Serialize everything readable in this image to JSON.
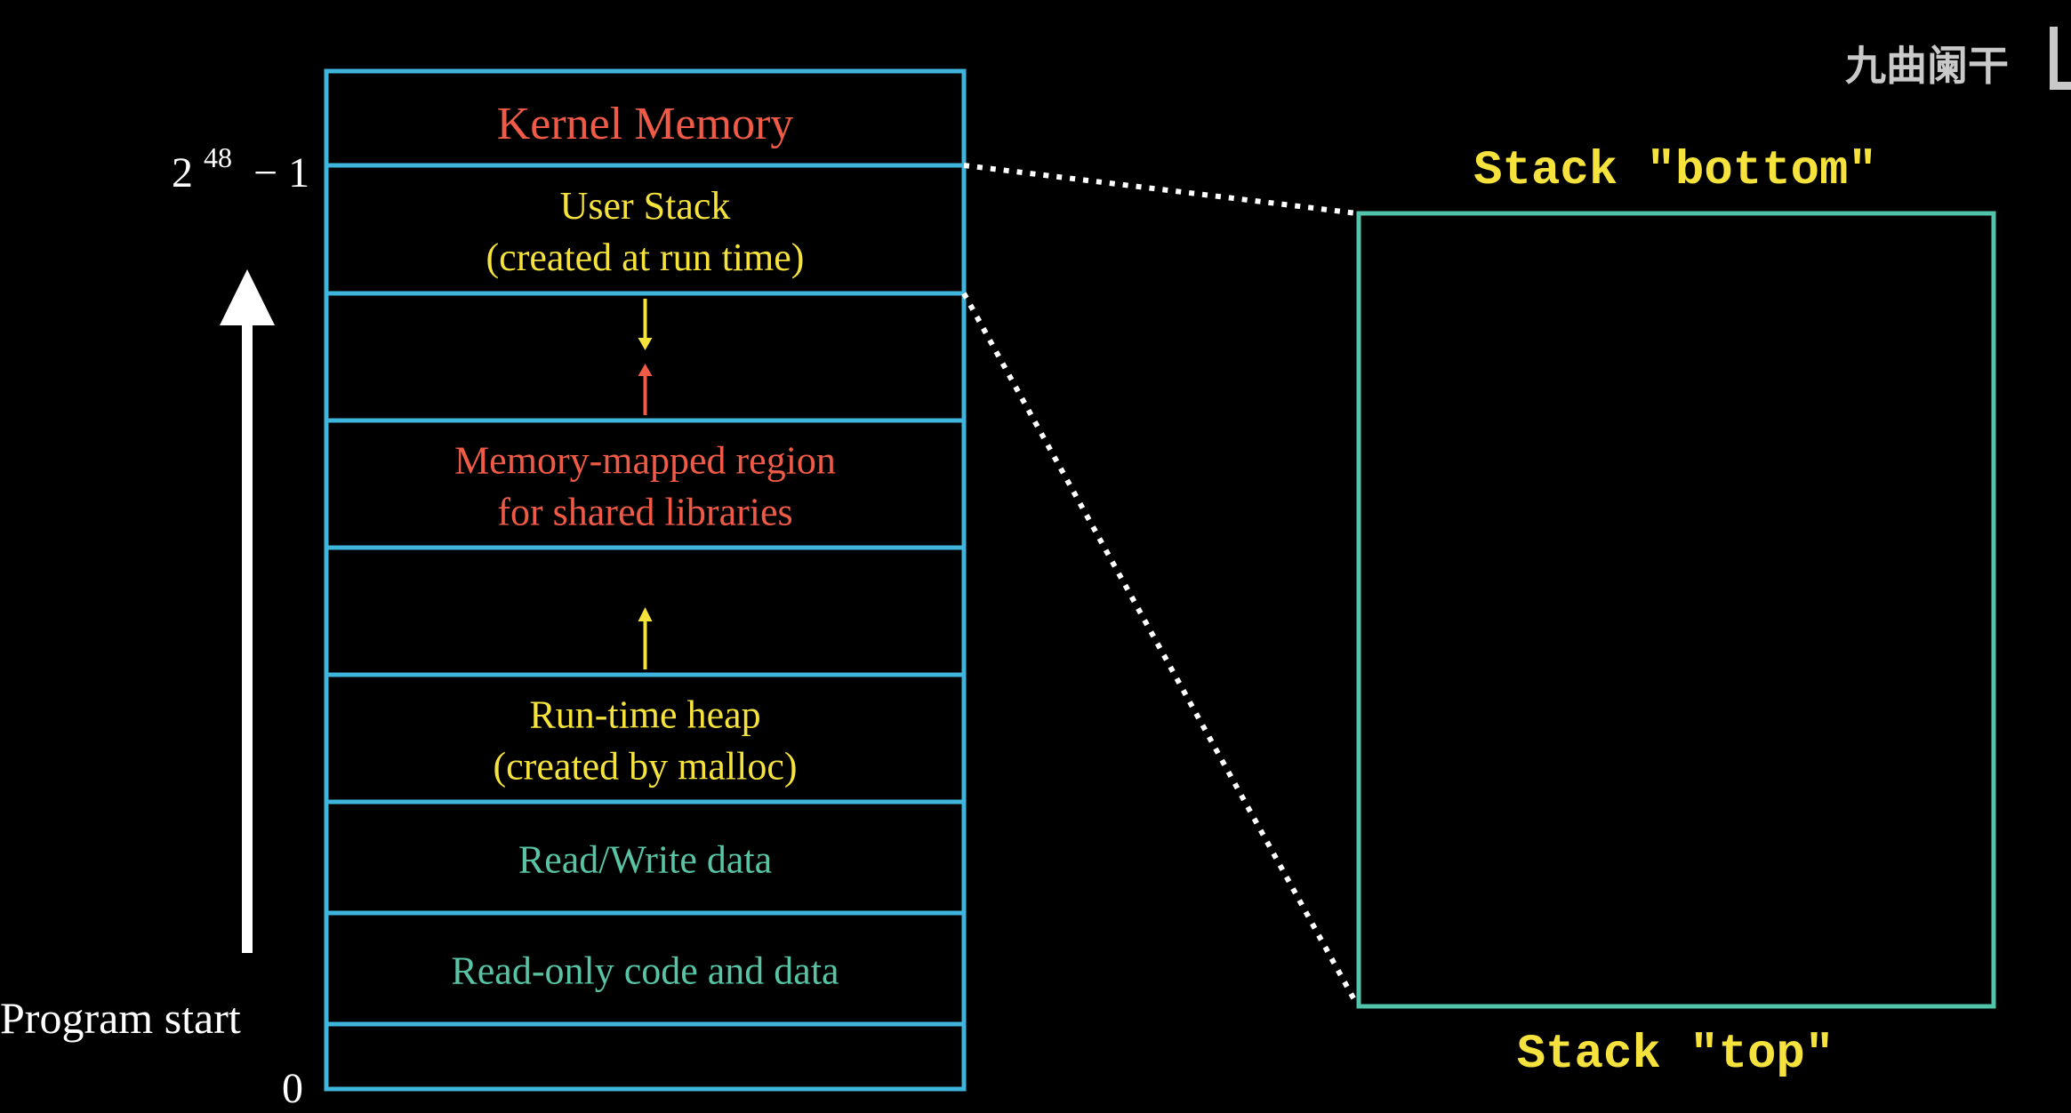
{
  "colors": {
    "background": "#000000",
    "region_border": "#3fb4dd",
    "stack_frame": "#52c4aa",
    "kernel_red": "#f05a46",
    "stack_yellow": "#f5e23c",
    "data_teal": "#58c3a5",
    "label_white": "#ffffff",
    "watermark": "#c9c9c9",
    "dotted_line": "#ffffff"
  },
  "watermark": {
    "text": "九曲阑干"
  },
  "address_labels": {
    "top_base": "2",
    "top_exponent": "48",
    "top_suffix": "− 1",
    "program_start": "Program start",
    "zero": "0"
  },
  "memory_layout": {
    "regions": [
      {
        "id": "kernel",
        "lines": [
          "Kernel Memory"
        ],
        "color_key": "kernel_red"
      },
      {
        "id": "user-stack",
        "lines": [
          "User Stack",
          "(created at run time)"
        ],
        "color_key": "stack_yellow"
      },
      {
        "id": "stack-gap",
        "lines": [],
        "arrows": [
          {
            "direction": "down",
            "color_key": "stack_yellow"
          },
          {
            "direction": "up",
            "color_key": "kernel_red"
          }
        ]
      },
      {
        "id": "mmap",
        "lines": [
          "Memory-mapped region",
          "for shared libraries"
        ],
        "color_key": "kernel_red"
      },
      {
        "id": "heap-gap",
        "lines": [],
        "arrows": [
          {
            "direction": "up",
            "color_key": "stack_yellow"
          }
        ]
      },
      {
        "id": "heap",
        "lines": [
          "Run-time heap",
          "(created by malloc)"
        ],
        "color_key": "stack_yellow"
      },
      {
        "id": "rw-data",
        "lines": [
          "Read/Write data"
        ],
        "color_key": "data_teal"
      },
      {
        "id": "ro-code",
        "lines": [
          "Read-only code and data"
        ],
        "color_key": "data_teal"
      },
      {
        "id": "bottom",
        "lines": []
      }
    ]
  },
  "stack_view": {
    "bottom_label": "Stack \"bottom\"",
    "top_label": "Stack \"top\""
  }
}
